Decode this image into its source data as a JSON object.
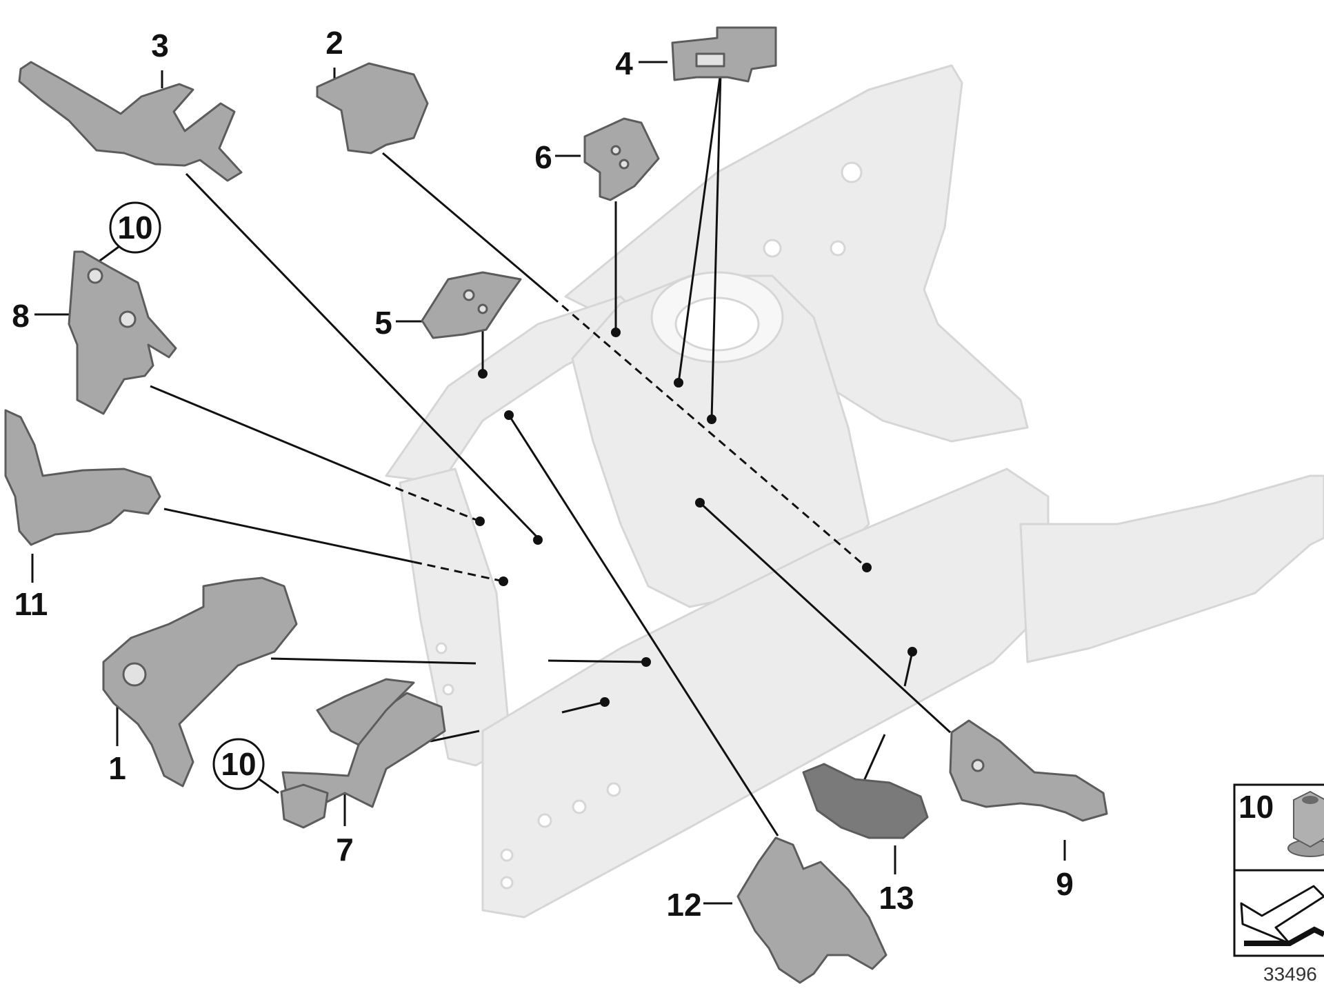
{
  "diagram": {
    "callouts": [
      {
        "id": "p1",
        "label": "1"
      },
      {
        "id": "p2",
        "label": "2"
      },
      {
        "id": "p3",
        "label": "3"
      },
      {
        "id": "p4",
        "label": "4"
      },
      {
        "id": "p5",
        "label": "5"
      },
      {
        "id": "p6",
        "label": "6"
      },
      {
        "id": "p7",
        "label": "7"
      },
      {
        "id": "p8",
        "label": "8"
      },
      {
        "id": "p9",
        "label": "9"
      },
      {
        "id": "p10a",
        "label": "10"
      },
      {
        "id": "p10b",
        "label": "10"
      },
      {
        "id": "p11",
        "label": "11"
      },
      {
        "id": "p12",
        "label": "12"
      },
      {
        "id": "p13",
        "label": "13"
      }
    ],
    "legend": {
      "part_number": "10",
      "nut_icon": "hex-flange-nut-icon",
      "arrow_icon": "install-direction-arrow-icon"
    },
    "reference_number": "33496"
  }
}
